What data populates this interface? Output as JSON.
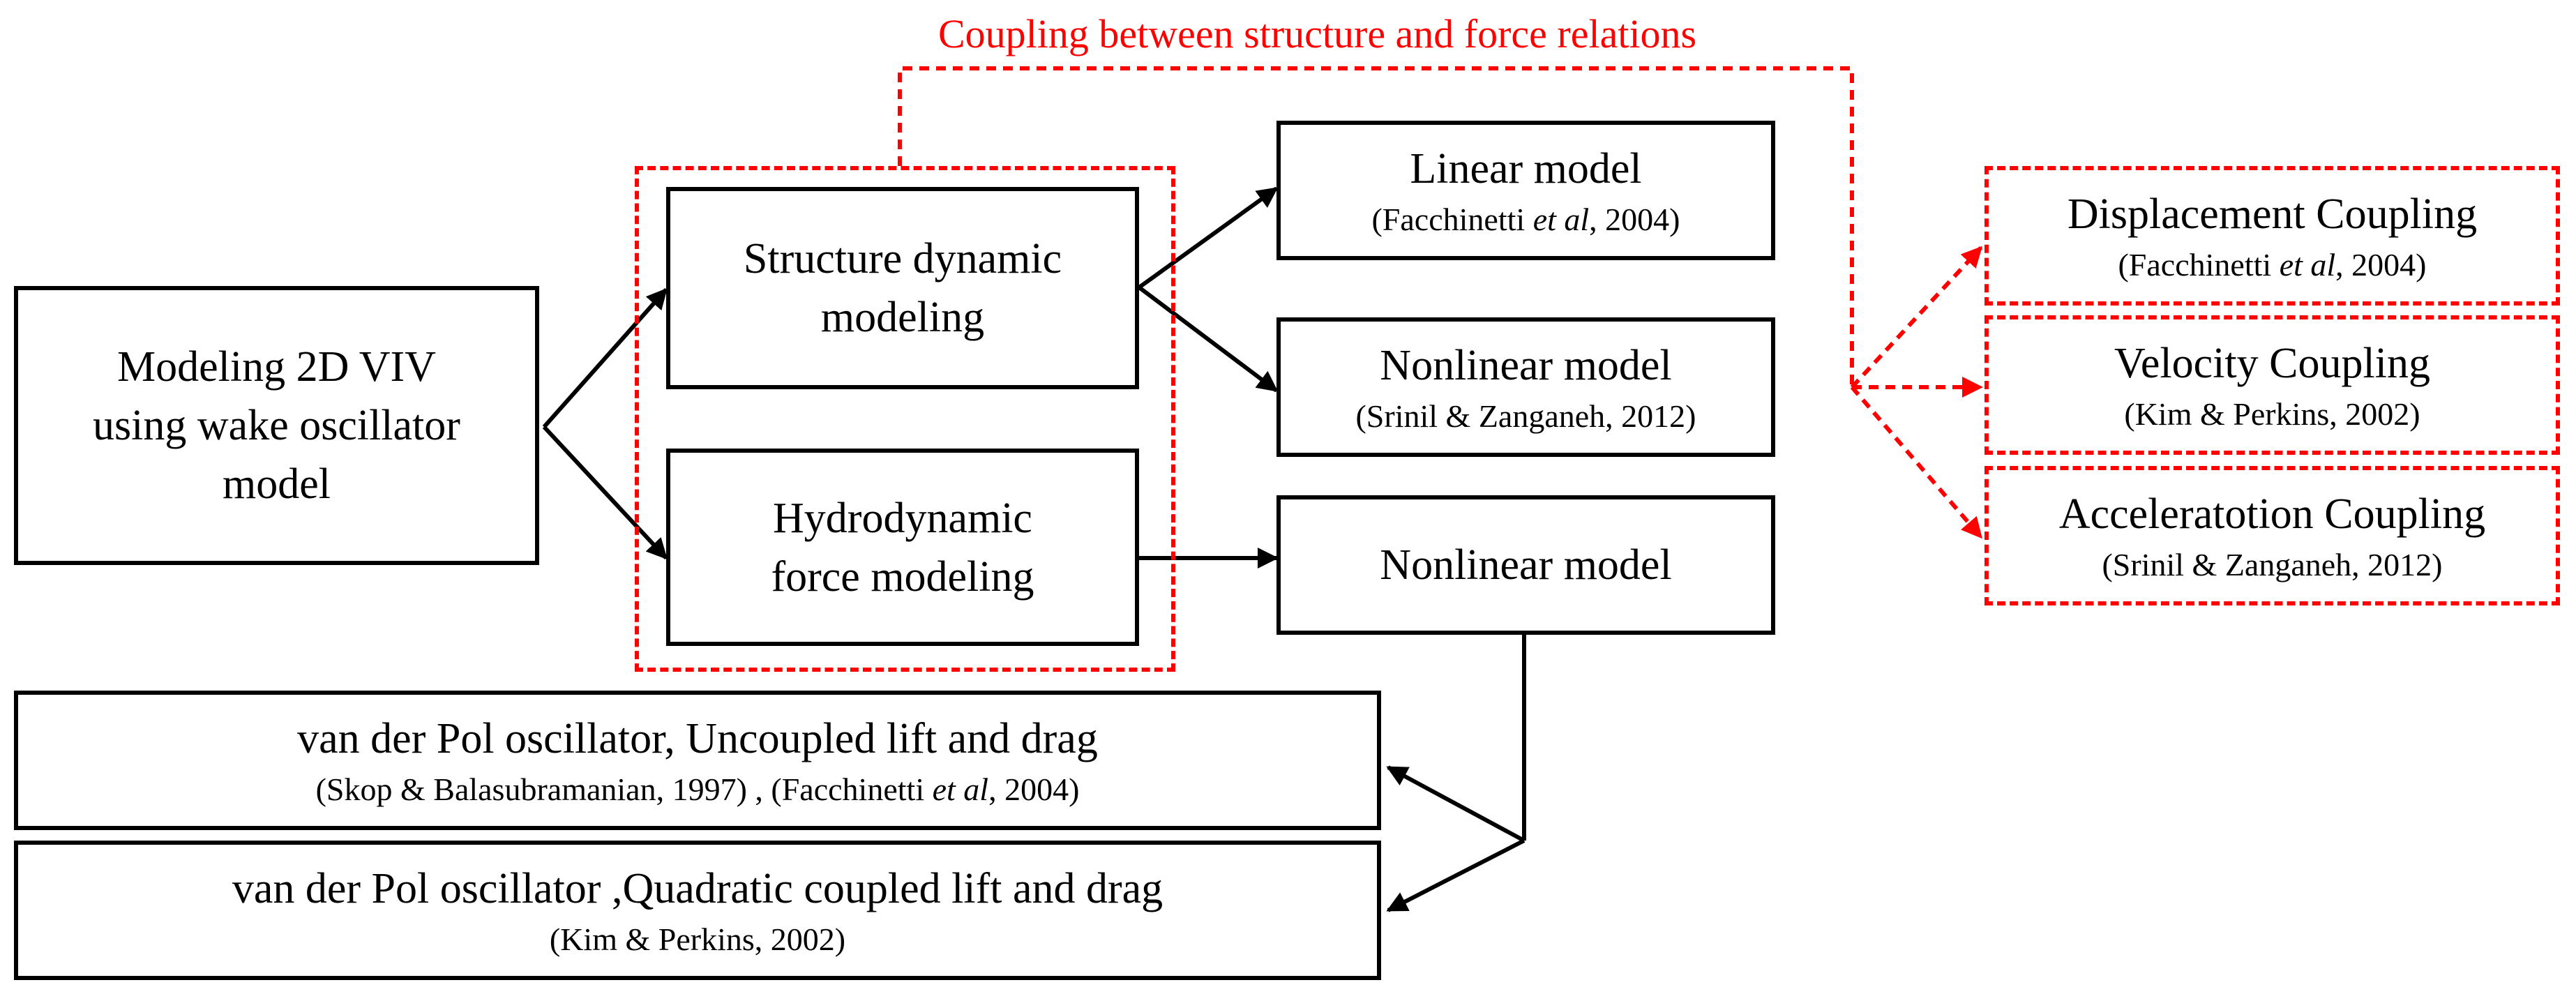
{
  "diagram": {
    "coupling_title": "Coupling between structure and force relations",
    "root": {
      "line1": "Modeling 2D VIV",
      "line2": "using wake oscillator",
      "line3": "model"
    },
    "structure": {
      "line1": "Structure dynamic",
      "line2": "modeling"
    },
    "hydro": {
      "line1": "Hydrodynamic",
      "line2": "force modeling"
    },
    "linear": {
      "title": "Linear model",
      "ref_a": "(Facchinetti ",
      "ref_em": "et al",
      "ref_b": ", 2004)"
    },
    "nonlinear_structure": {
      "title": "Nonlinear model",
      "ref": "(Srinil & Zanganeh, 2012)"
    },
    "nonlinear_hydro": {
      "title": "Nonlinear model"
    },
    "vdp_uncoupled": {
      "title": "van der Pol oscillator, Uncoupled lift and drag",
      "ref_a": "(Skop & Balasubramanian, 1997) , (Facchinetti ",
      "ref_em": "et al",
      "ref_b": ", 2004)"
    },
    "vdp_quadratic": {
      "title": "van der Pol oscillator ,Quadratic coupled lift and drag",
      "ref": "(Kim & Perkins, 2002)"
    },
    "displacement": {
      "title": "Displacement Coupling",
      "ref_a": "(Facchinetti ",
      "ref_em": "et al",
      "ref_b": ", 2004)"
    },
    "velocity": {
      "title": "Velocity Coupling",
      "ref": "(Kim & Perkins, 2002)"
    },
    "acceleration": {
      "title": "Acceleratotion Coupling",
      "ref": "(Srinil & Zanganeh, 2012)"
    }
  },
  "colors": {
    "box_border": "#000000",
    "coupling": "#ff0000",
    "background": "#ffffff"
  }
}
